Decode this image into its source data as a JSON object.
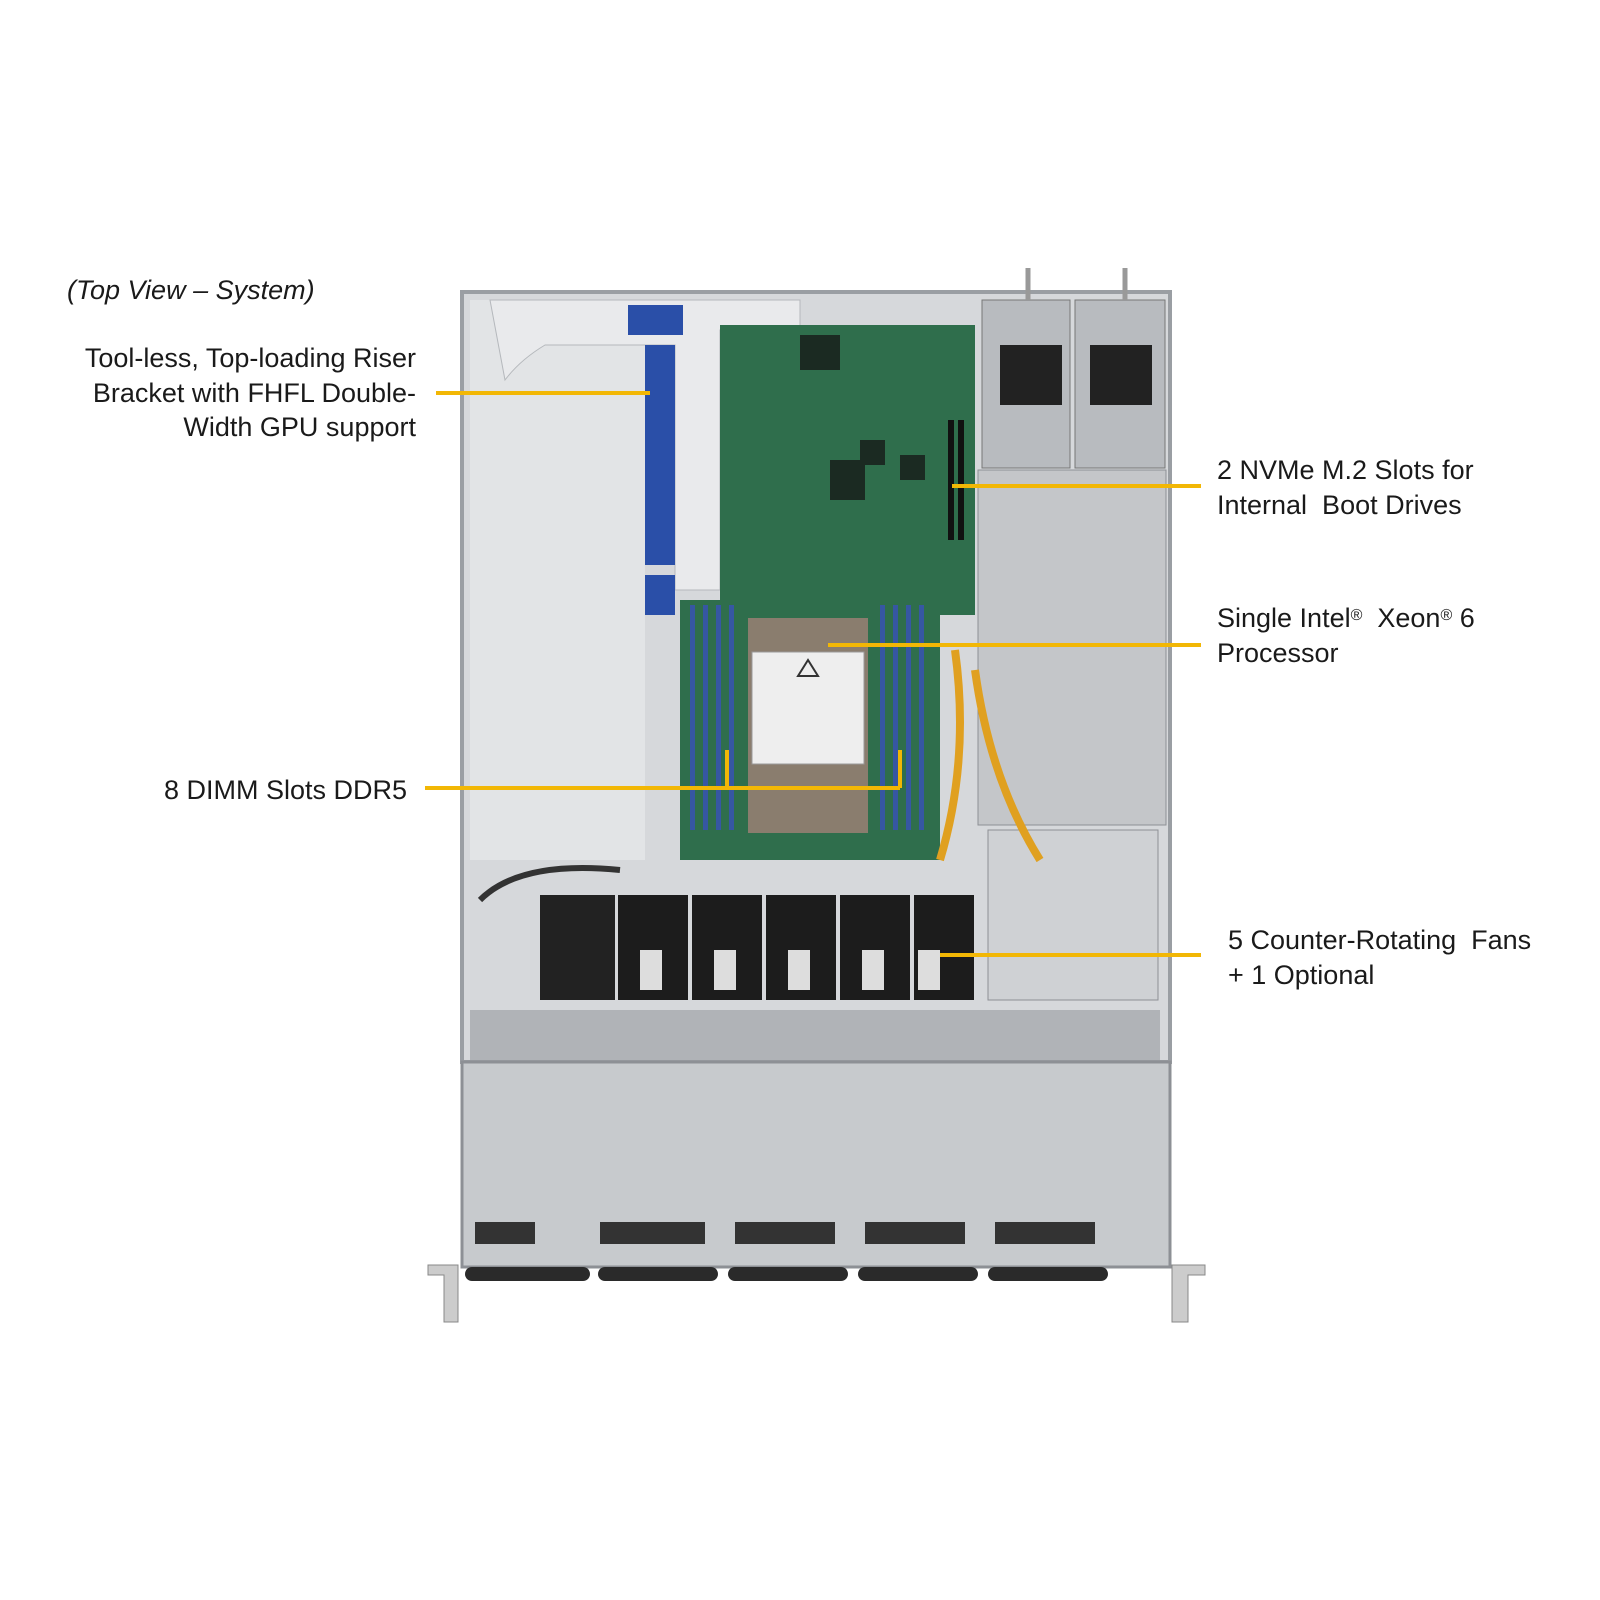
{
  "title": "(Top View – System)",
  "callouts": {
    "riser": [
      "Tool-less, Top-loading Riser",
      "Bracket with FHFL Double-",
      "Width GPU support"
    ],
    "dimm": "8 DIMM Slots DDR5",
    "nvme": [
      "2 NVMe M.2 Slots for",
      "Internal  Boot Drives"
    ],
    "cpu": {
      "part1": "Single Intel",
      "reg1": "®",
      "part2": "  Xeon",
      "reg2": "®",
      "part3": " 6",
      "line2": "Processor"
    },
    "fans": [
      "5 Counter-Rotating  Fans",
      "+ 1 Optional"
    ]
  },
  "colors": {
    "leader": "#f2b705",
    "pcb": "#2f6e4c",
    "chassis": "#c9ccd0",
    "riser_label": "#2a4fa8"
  }
}
